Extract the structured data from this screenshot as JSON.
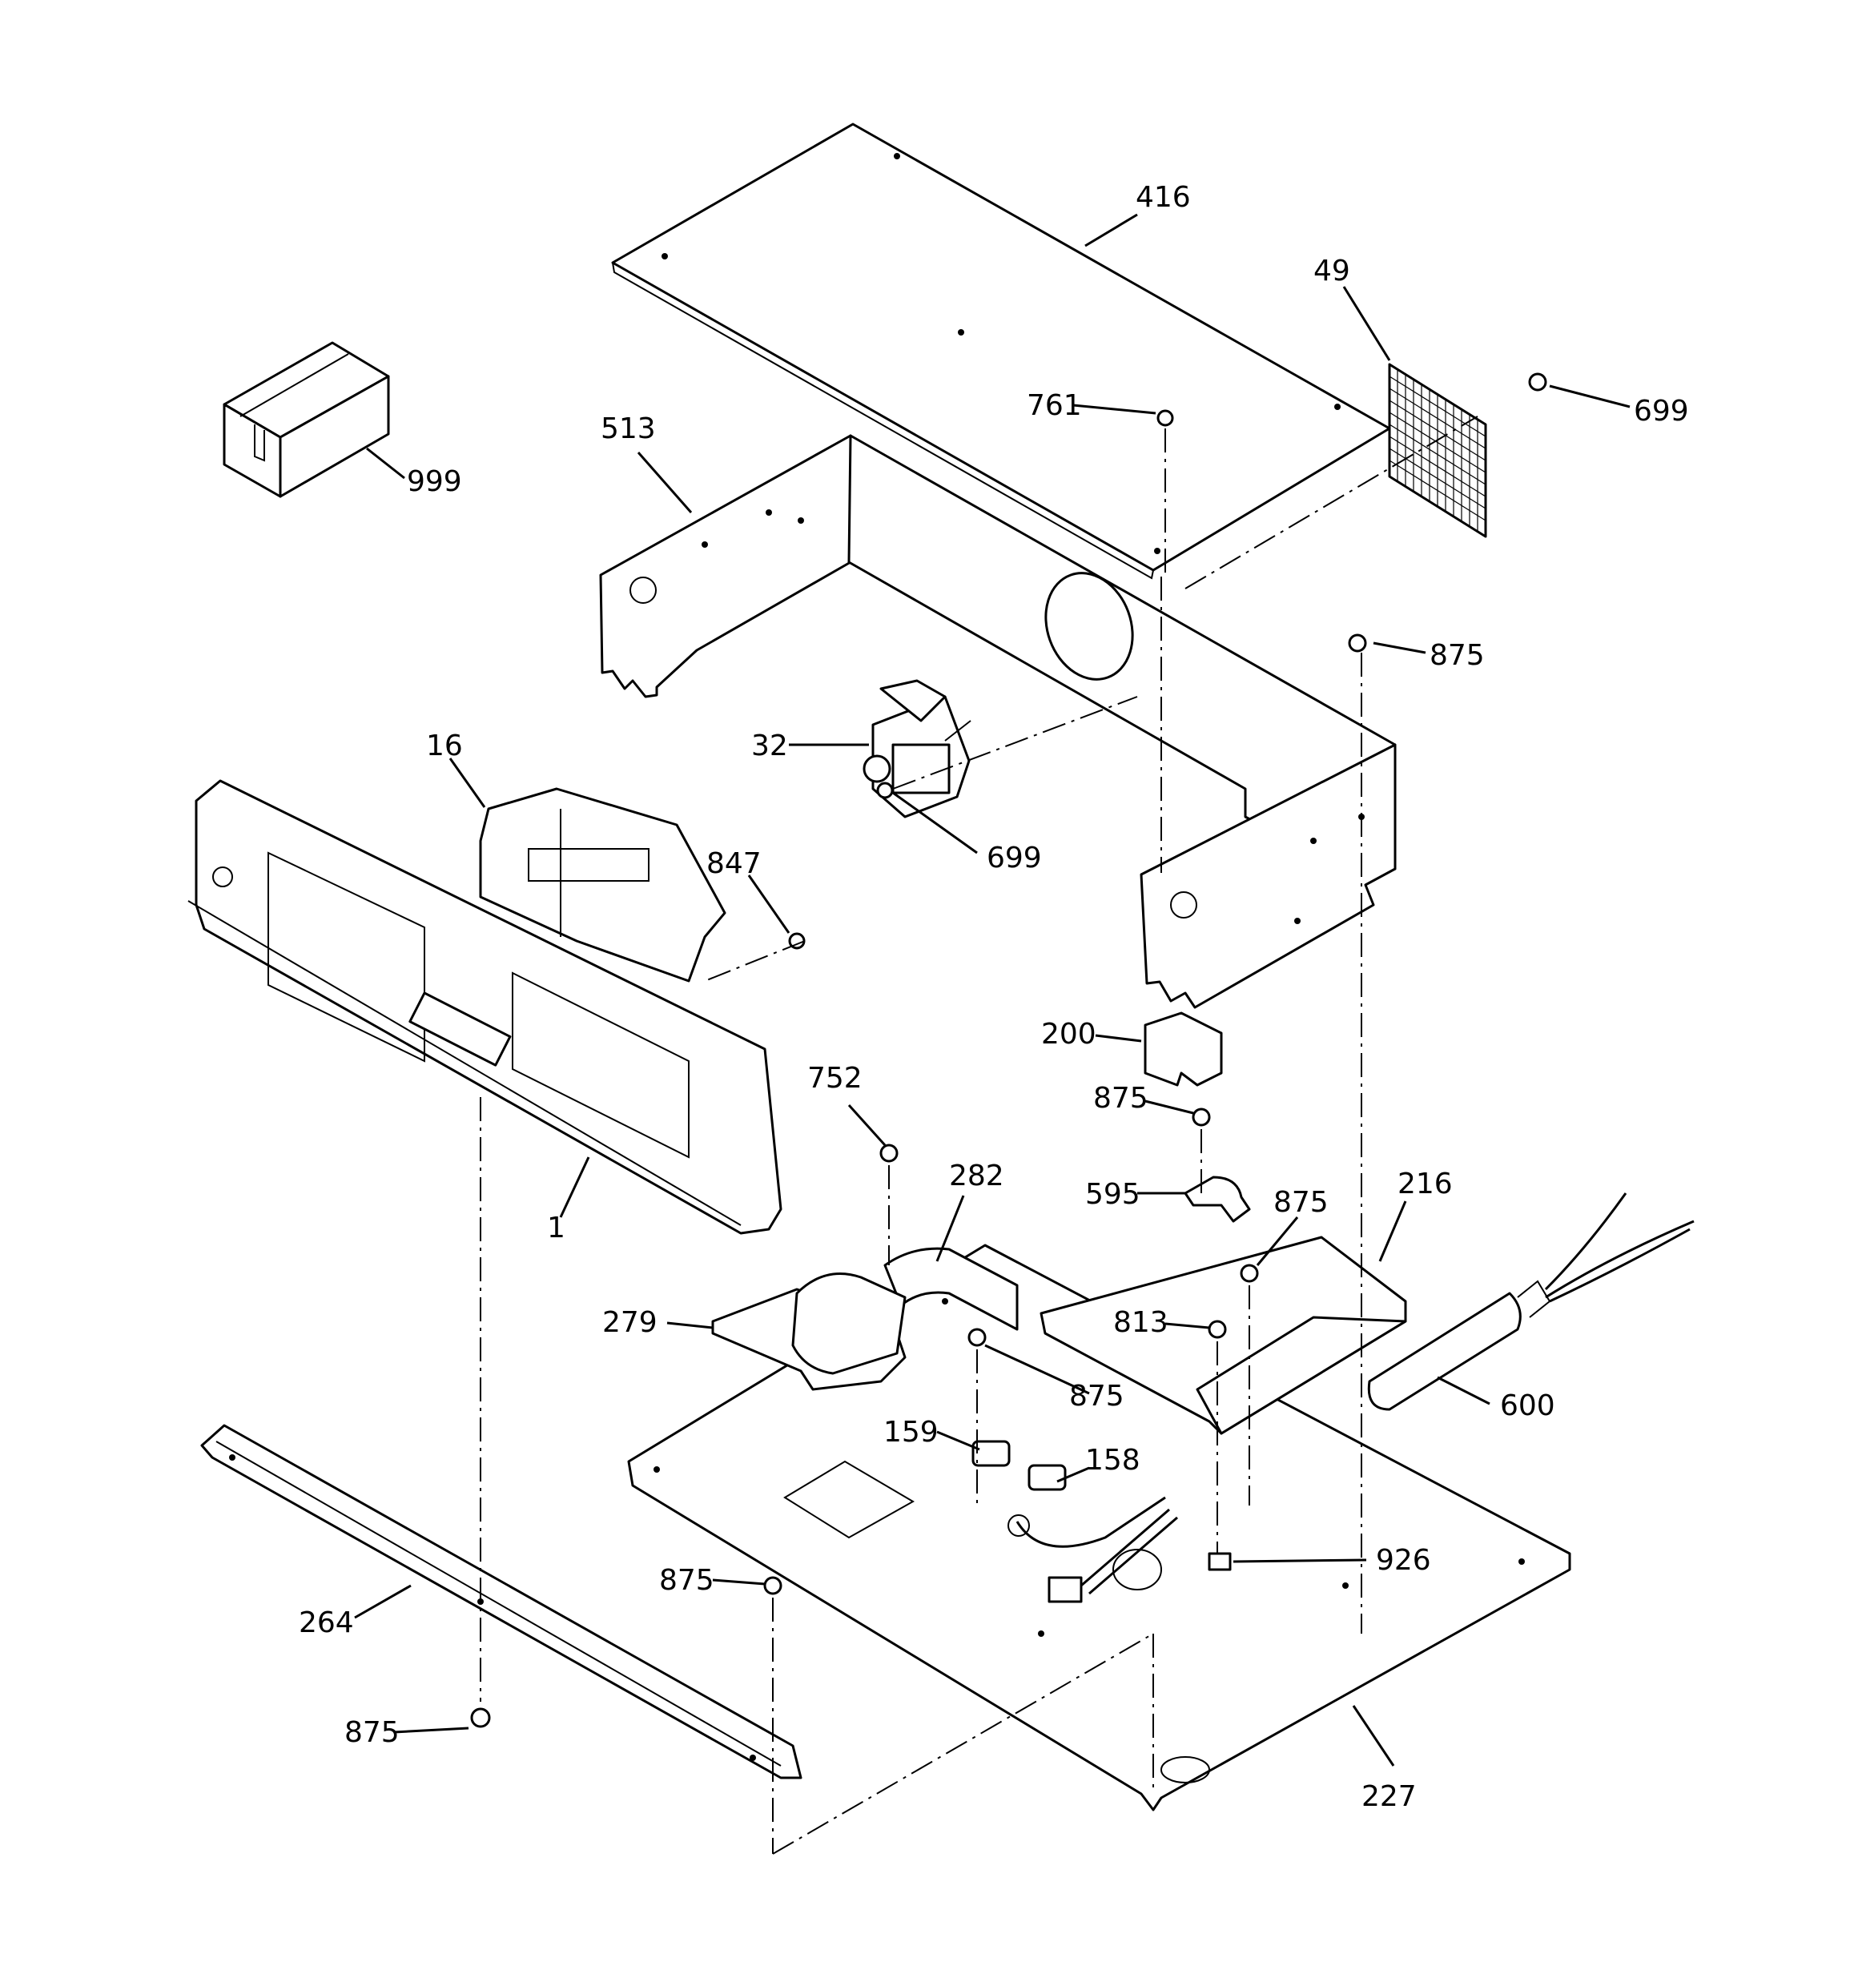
{
  "callouts": {
    "p416": "416",
    "p49": "49",
    "p699_top": "699",
    "p761": "761",
    "p513": "513",
    "p999": "999",
    "p875_right": "875",
    "p32": "32",
    "p16": "16",
    "p699_mid": "699",
    "p847": "847",
    "p200": "200",
    "p875_mid": "875",
    "p752": "752",
    "p282": "282",
    "p595": "595",
    "p875_c": "875",
    "p216": "216",
    "p1": "1",
    "p279": "279",
    "p813": "813",
    "p875_d": "875",
    "p600": "600",
    "p159": "159",
    "p158": "158",
    "p926": "926",
    "p875_e": "875",
    "p264": "264",
    "p875_f": "875",
    "p227": "227"
  }
}
